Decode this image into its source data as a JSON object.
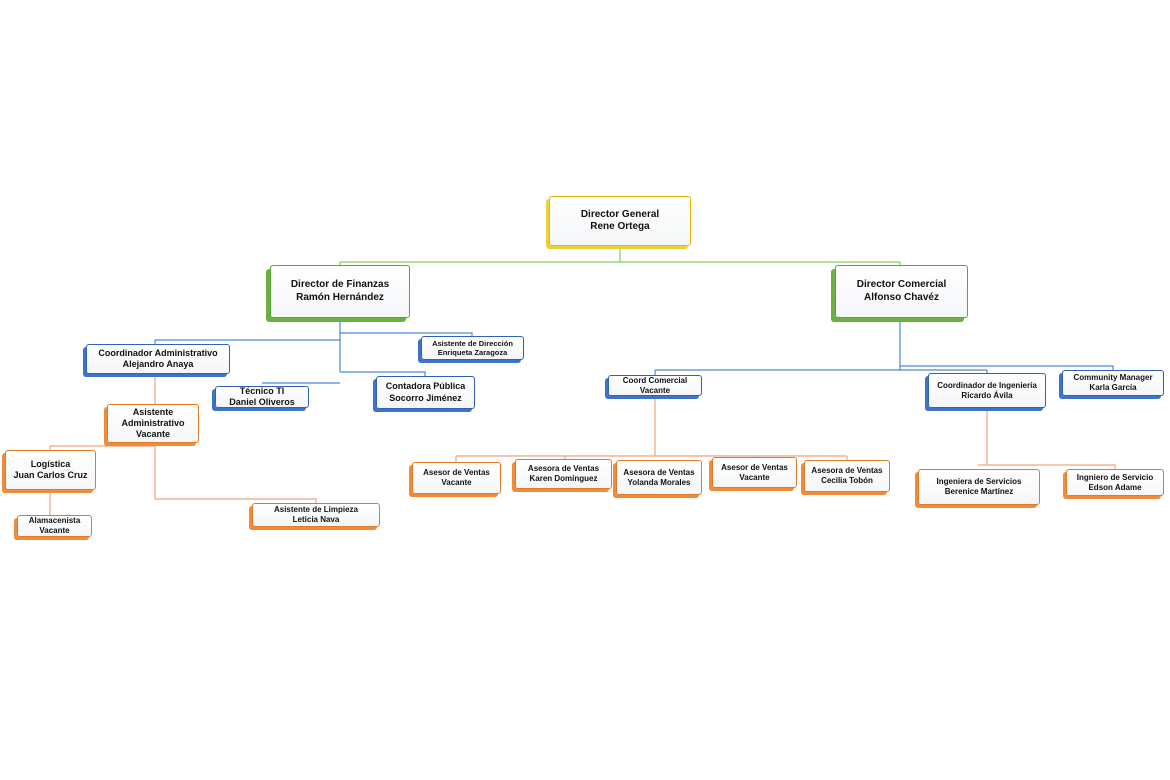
{
  "nodes": {
    "director_general": {
      "title": "Director General",
      "name": "Rene Ortega"
    },
    "director_finanzas": {
      "title": "Director de Finanzas",
      "name": "Ramón Hernández"
    },
    "director_comercial": {
      "title": "Director Comercial",
      "name": "Alfonso Chavéz"
    },
    "asistente_direccion": {
      "title": "Asistente de Dirección",
      "name": "Enriqueta Zaragoza"
    },
    "coord_administrativo": {
      "title": "Coordinador Administrativo",
      "name": "Alejandro Anaya"
    },
    "tecnico_ti": {
      "title": "Técnico TI",
      "name": "Daniel Oliveros"
    },
    "contadora_publica": {
      "title": "Contadora Pública",
      "name": "Socorro Jiménez"
    },
    "asistente_administrativo": {
      "title": "Asistente Administrativo",
      "name": "Vacante"
    },
    "logistica": {
      "title": "Logística",
      "name": "Juan Carlos Cruz"
    },
    "almacenista": {
      "title": "Alamacenista",
      "name": "Vacante"
    },
    "asistente_limpieza": {
      "title": "Asistente de Limpieza",
      "name": "Leticia Nava"
    },
    "coord_comercial": {
      "title": "Coord Comercial",
      "name": "Vacante"
    },
    "asesor_ventas_1": {
      "title": "Asesor de Ventas",
      "name": "Vacante"
    },
    "asesora_ventas_2": {
      "title": "Asesora de Ventas",
      "name": "Karen Domínguez"
    },
    "asesora_ventas_3": {
      "title": "Asesora de Ventas",
      "name": "Yolanda Morales"
    },
    "asesor_ventas_4": {
      "title": "Asesor de Ventas",
      "name": "Vacante"
    },
    "asesora_ventas_5": {
      "title": "Asesora de Ventas",
      "name": "Cecilia Tobón"
    },
    "coord_ingenieria": {
      "title": "Coordinador de Ingeniería",
      "name": "Ricardo Ávila"
    },
    "community_manager": {
      "title": "Community Manager",
      "name": "Karla García"
    },
    "ingeniera_servicios": {
      "title": "Ingeniera de Servicios",
      "name": "Berenice Martínez"
    },
    "ingeniero_servicio": {
      "title": "Ingniero de Servicio",
      "name": "Edson Adame"
    }
  },
  "colors": {
    "top": "#e6b800",
    "director": "#5aa537",
    "coordinator": "#2f62b8",
    "staff": "#e07a25",
    "line_green": "#7dd35a",
    "line_blue": "#4f86d9",
    "line_orange": "#f4a57a"
  }
}
